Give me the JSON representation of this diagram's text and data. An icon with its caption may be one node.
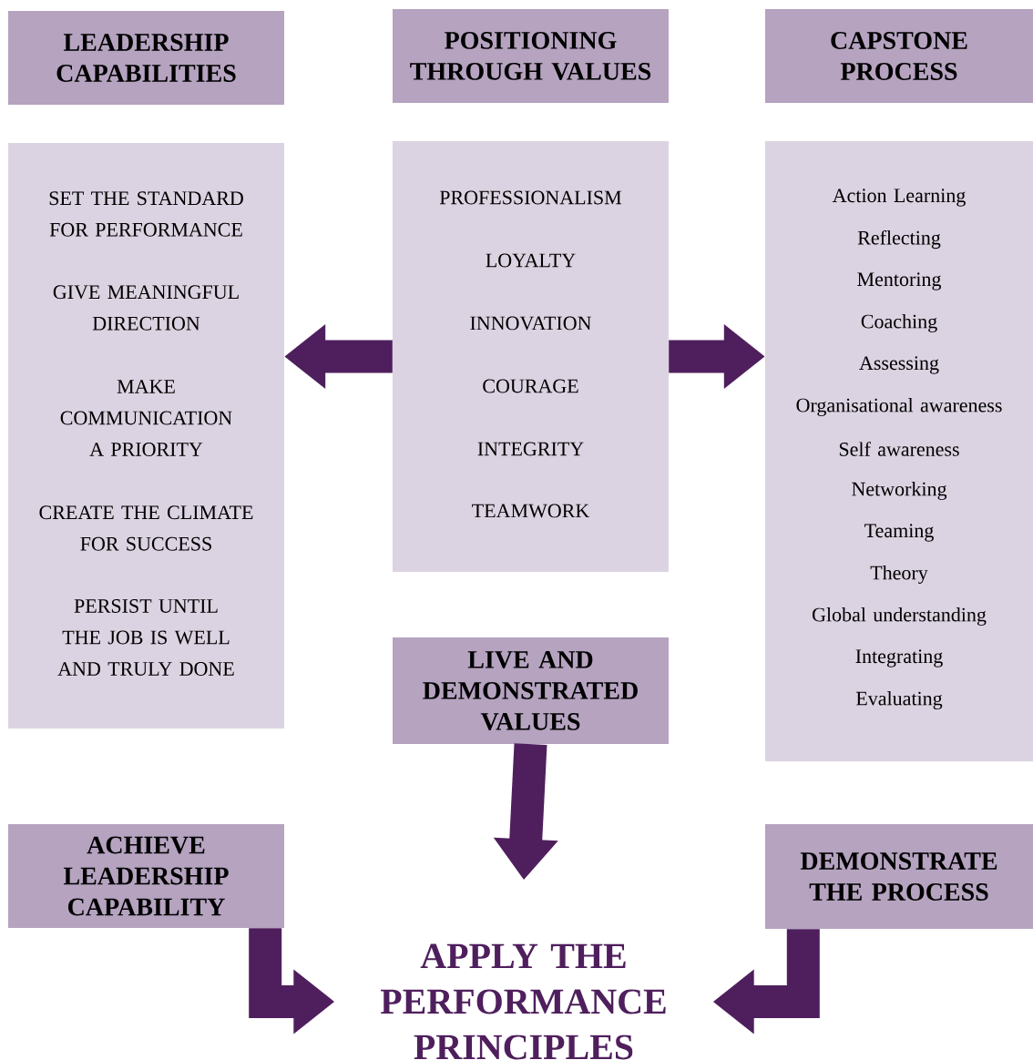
{
  "diagram": {
    "nodes": [
      {
        "text": [
          "LEADERSHIP CAPABILITIES"
        ]
      },
      {
        "text": [
          "POSITIONING THROUGH VALUES"
        ]
      },
      {
        "text": [
          "CAPSTONE PROCESS"
        ]
      },
      {
        "text": [
          "SET THE STANDARD FOR PERFORMANCE",
          "GIVE MEANINGFUL DIRECTION",
          "MAKE COMMUNICATION A PRIORITY",
          "CREATE THE CLIMATE FOR SUCCESS",
          "PERSIST UNTIL THE JOB IS WELL AND TRULY DONE"
        ]
      },
      {
        "text": [
          "PROFESSIONALISM",
          "LOYALTY",
          "INNOVATION",
          "COURAGE",
          "INTEGRITY",
          "TEAMWORK"
        ]
      },
      {
        "text": [
          "Action Learning",
          "Reflecting",
          "Mentoring",
          "Coaching",
          "Assessing",
          "Organisational awareness",
          "Self awareness",
          "Networking",
          "Teaming",
          "Theory",
          "Global understanding",
          "Integrating",
          "Evaluating"
        ]
      },
      {
        "text": [
          "LIVE AND DEMONSTRATED VALUES"
        ]
      },
      {
        "text": [
          "ACHIEVE LEADERSHIP CAPABILITY"
        ]
      },
      {
        "text": [
          "DEMONSTRATE THE PROCESS"
        ]
      },
      {
        "text": [
          "APPLY THE PERFORMANCE PRINCIPLES"
        ]
      }
    ],
    "edges": [
      {
        "from": 4,
        "to": 3,
        "arrow": "to"
      },
      {
        "from": 4,
        "to": 5,
        "arrow": "to"
      },
      {
        "from": 6,
        "to": 9,
        "arrow": "to"
      },
      {
        "from": 7,
        "to": 9,
        "arrow": "to"
      },
      {
        "from": 8,
        "to": 9,
        "arrow": "to"
      }
    ]
  }
}
